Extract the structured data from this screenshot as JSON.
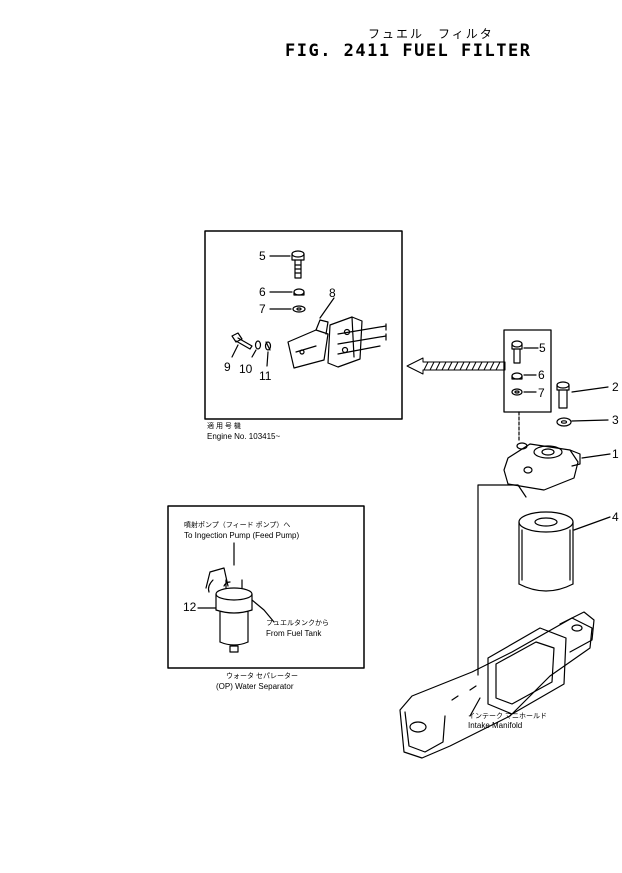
{
  "header": {
    "title_jp": "フュエル　フィルタ",
    "title_en": "FIG. 2411  FUEL  FILTER"
  },
  "detail_inset": {
    "callouts": [
      "5",
      "6",
      "7",
      "8",
      "9",
      "10",
      "11"
    ],
    "note_jp": "適 用 号 機",
    "note_en": "Engine No. 103415~"
  },
  "main_assembly": {
    "callouts": [
      "5",
      "6",
      "7",
      "2",
      "3",
      "1",
      "4"
    ],
    "manifold_label_jp": "インテーク マニホールド",
    "manifold_label_en": "Intake Manifold"
  },
  "water_separator_inset": {
    "callout": "12",
    "to_pump_jp": "噴射ポンプ（フィード ポンプ）へ",
    "to_pump_en": "To Ingection Pump (Feed Pump)",
    "from_tank_jp": "フュエルタンクから",
    "from_tank_en": "From Fuel Tank",
    "caption_jp": "ウォータ セパレーター",
    "caption_en": "(OP) Water Separator"
  }
}
